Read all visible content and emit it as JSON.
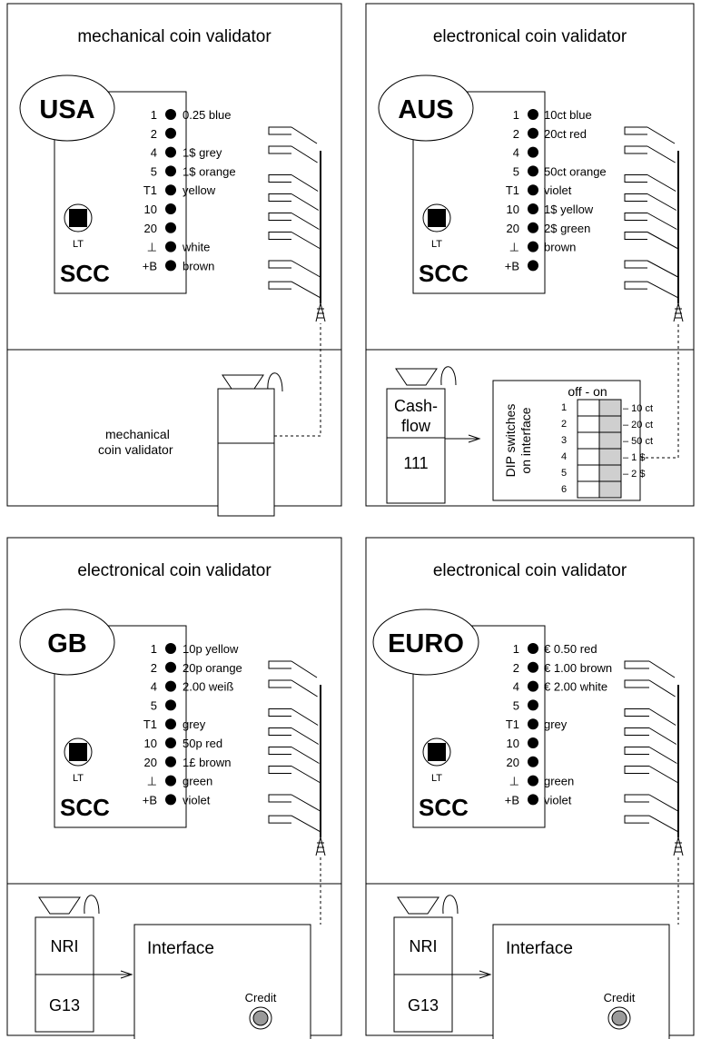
{
  "panels": [
    {
      "title": "mechanical coin validator",
      "country": "USA",
      "board": "SCC",
      "lt_label": "LT",
      "pins": [
        {
          "pin": "1",
          "label": "0.25 blue"
        },
        {
          "pin": "2",
          "label": ""
        },
        {
          "pin": "4",
          "label": "1$ grey"
        },
        {
          "pin": "5",
          "label": "1$ orange"
        },
        {
          "pin": "T1",
          "label": "yellow"
        },
        {
          "pin": "10",
          "label": ""
        },
        {
          "pin": "20",
          "label": ""
        },
        {
          "pin": "⊥",
          "label": "white"
        },
        {
          "pin": "+B",
          "label": "brown"
        }
      ],
      "bottom": {
        "type": "mechanical",
        "label_line1": "mechanical",
        "label_line2": "coin validator"
      }
    },
    {
      "title": "electronical coin validator",
      "country": "AUS",
      "board": "SCC",
      "lt_label": "LT",
      "pins": [
        {
          "pin": "1",
          "label": "10ct blue"
        },
        {
          "pin": "2",
          "label": "20ct red"
        },
        {
          "pin": "4",
          "label": ""
        },
        {
          "pin": "5",
          "label": "50ct orange"
        },
        {
          "pin": "T1",
          "label": "violet"
        },
        {
          "pin": "10",
          "label": "1$ yellow"
        },
        {
          "pin": "20",
          "label": "2$ green"
        },
        {
          "pin": "⊥",
          "label": "brown"
        },
        {
          "pin": "+B",
          "label": ""
        }
      ],
      "bottom": {
        "type": "dip",
        "device_line1": "Cash-",
        "device_line2": "flow",
        "device_line3": "111",
        "dip_header": "off - on",
        "dip_side_line1": "DIP switches",
        "dip_side_line2": "on interface",
        "dip_rows": [
          {
            "num": "1",
            "value": "– 10 ct"
          },
          {
            "num": "2",
            "value": "– 20 ct"
          },
          {
            "num": "3",
            "value": "– 50 ct"
          },
          {
            "num": "4",
            "value": "– 1 $"
          },
          {
            "num": "5",
            "value": "– 2 $"
          },
          {
            "num": "6",
            "value": ""
          }
        ]
      }
    },
    {
      "title": "electronical coin validator",
      "country": "GB",
      "board": "SCC",
      "lt_label": "LT",
      "pins": [
        {
          "pin": "1",
          "label": "10p yellow"
        },
        {
          "pin": "2",
          "label": "20p orange"
        },
        {
          "pin": "4",
          "label": "2.00 weiß"
        },
        {
          "pin": "5",
          "label": ""
        },
        {
          "pin": "T1",
          "label": "grey"
        },
        {
          "pin": "10",
          "label": "50p red"
        },
        {
          "pin": "20",
          "label": "1£ brown"
        },
        {
          "pin": "⊥",
          "label": "green"
        },
        {
          "pin": "+B",
          "label": "violet"
        }
      ],
      "bottom": {
        "type": "interface",
        "device_top": "NRI",
        "device_bottom": "G13",
        "interface_label": "Interface",
        "credit_label": "Credit"
      }
    },
    {
      "title": "electronical coin validator",
      "country": "EURO",
      "board": "SCC",
      "lt_label": "LT",
      "pins": [
        {
          "pin": "1",
          "label": "€ 0.50 red"
        },
        {
          "pin": "2",
          "label": "€ 1.00 brown"
        },
        {
          "pin": "4",
          "label": "€ 2.00 white"
        },
        {
          "pin": "5",
          "label": ""
        },
        {
          "pin": "T1",
          "label": "grey"
        },
        {
          "pin": "10",
          "label": ""
        },
        {
          "pin": "20",
          "label": ""
        },
        {
          "pin": "⊥",
          "label": "green"
        },
        {
          "pin": "+B",
          "label": "violet"
        }
      ],
      "bottom": {
        "type": "interface",
        "device_top": "NRI",
        "device_bottom": "G13",
        "interface_label": "Interface",
        "credit_label": "Credit"
      }
    }
  ]
}
